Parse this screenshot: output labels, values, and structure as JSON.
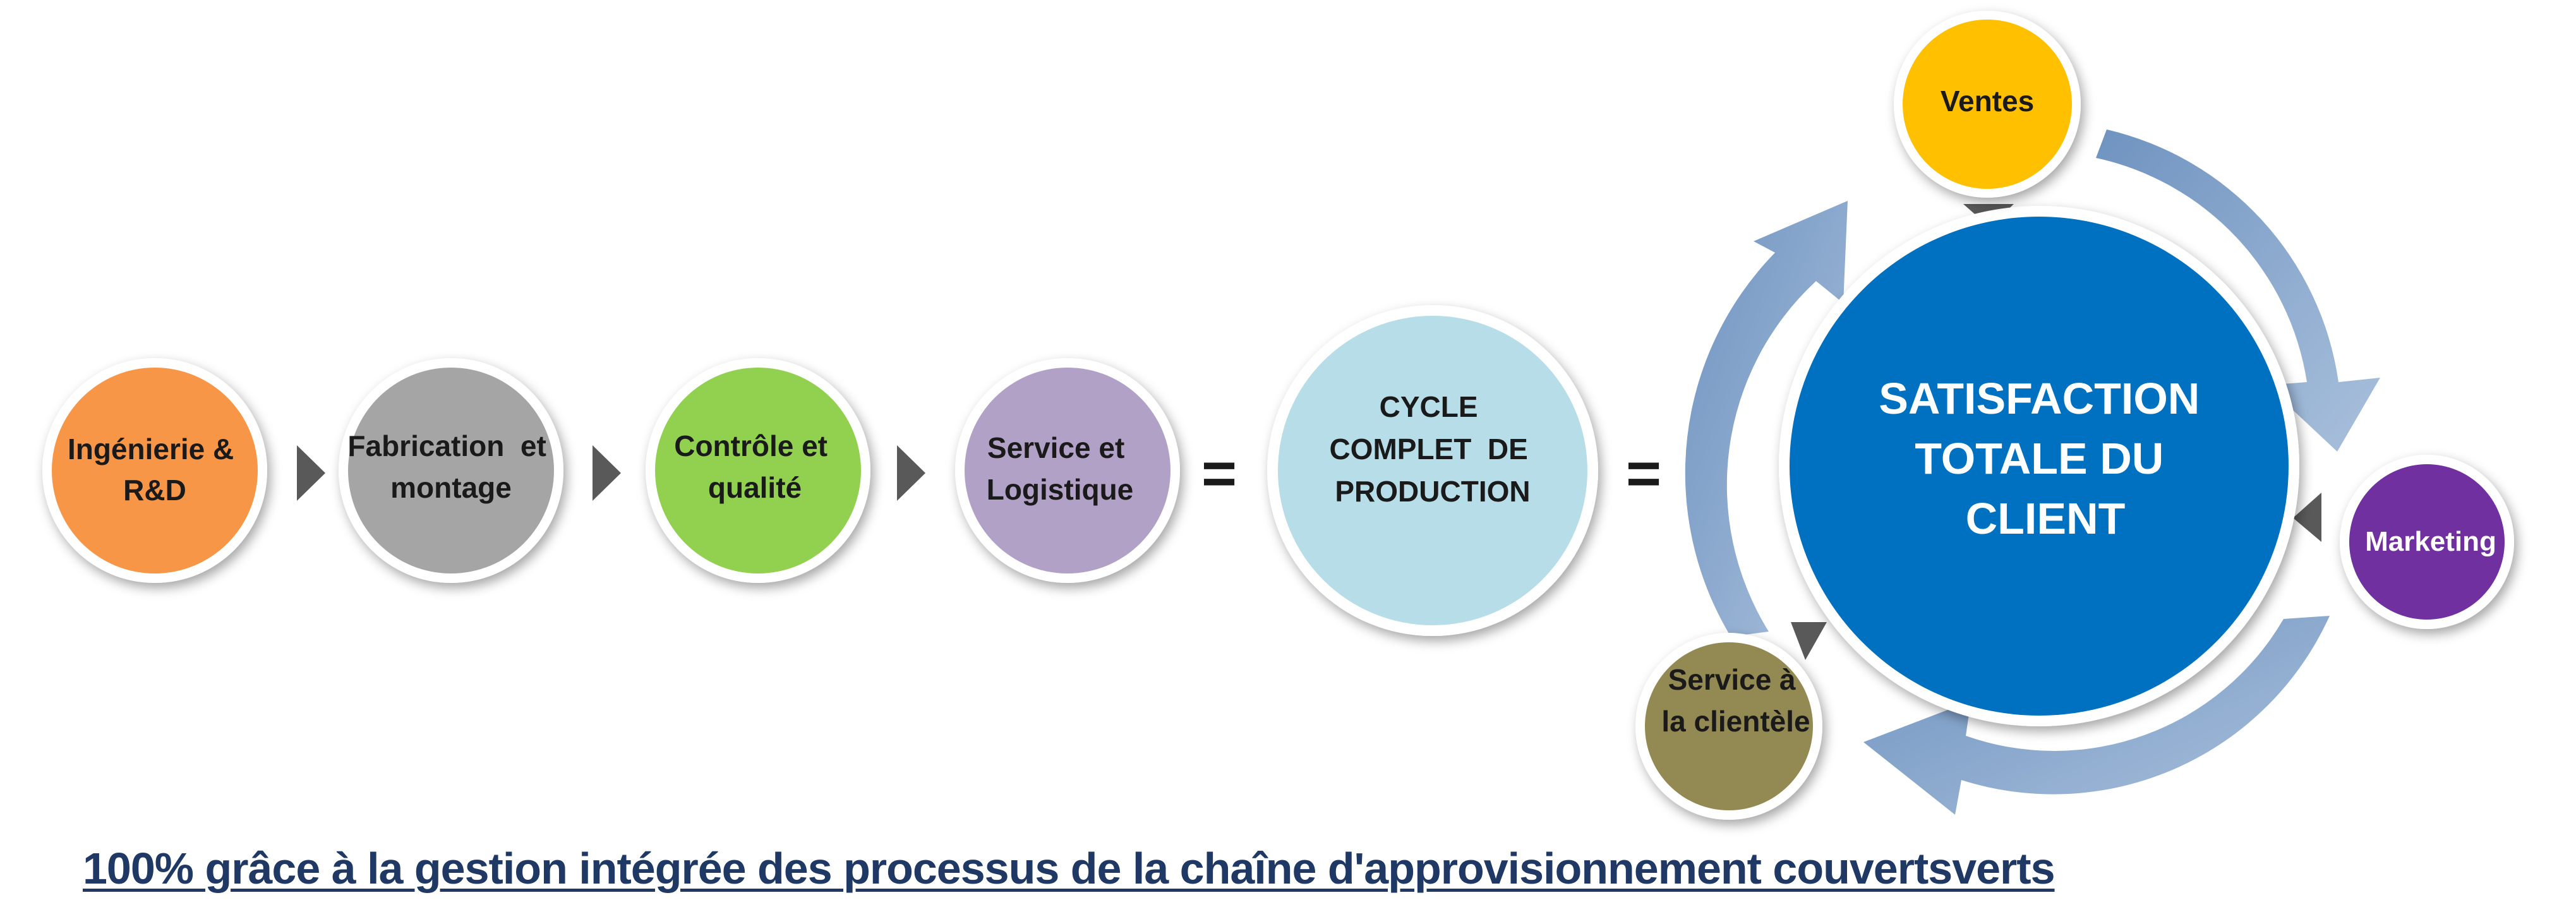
{
  "process_steps": [
    {
      "lines": [
        "Ingénierie &",
        "R&D"
      ],
      "color": "#f79646"
    },
    {
      "lines": [
        "Fabrication  et",
        "montage"
      ],
      "color": "#a5a5a5"
    },
    {
      "lines": [
        "Contrôle et",
        "qualité"
      ],
      "color": "#92d050"
    },
    {
      "lines": [
        "Service et",
        "Logistique"
      ],
      "color": "#b2a1c7"
    }
  ],
  "equals_symbol": "=",
  "production_cycle": {
    "lines": [
      "CYCLE",
      "COMPLET  DE",
      "PRODUCTION"
    ],
    "color": "#b7dde8"
  },
  "satisfaction": {
    "lines": [
      "SATISFACTION",
      "TOTALE DU",
      "CLIENT"
    ],
    "color": "#0070c0"
  },
  "cycle_nodes": {
    "ventes": {
      "lines": [
        "Ventes"
      ],
      "color": "#ffc000"
    },
    "marketing": {
      "lines": [
        "Marketing"
      ],
      "color": "#7030a0"
    },
    "service_client": {
      "lines": [
        "Service à",
        "la clientèle"
      ],
      "color": "#938953"
    }
  },
  "colors": {
    "cycle_arrow": "#8eaacc",
    "step_arrow": "#595959",
    "caption": "#1f3864"
  },
  "footer": {
    "caption": "100% grâce à la gestion intégrée des processus de la chaîne d'approvisionnement couvertsverts"
  }
}
